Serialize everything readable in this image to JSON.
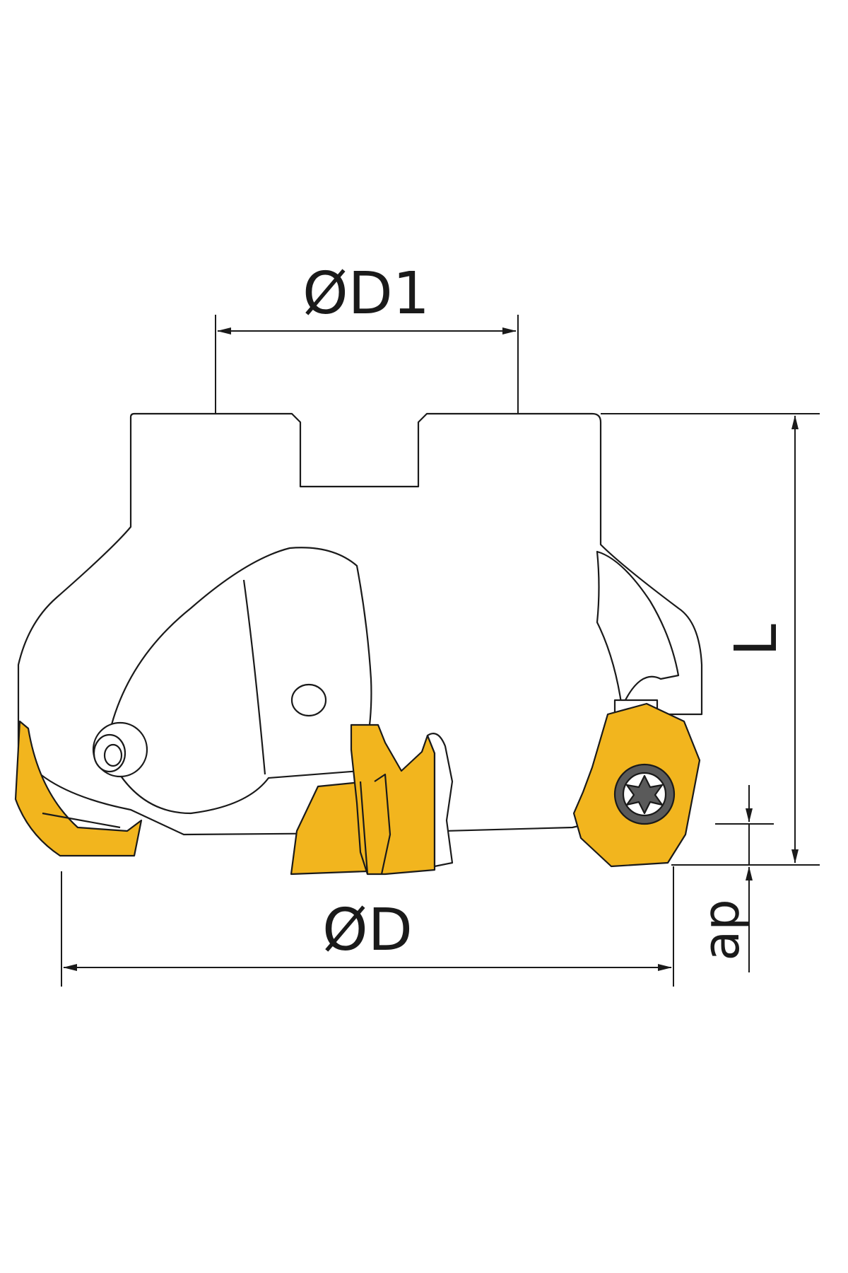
{
  "diagram": {
    "labels": {
      "bore_diameter": "ØD1",
      "cutter_diameter": "ØD",
      "overall_length": "L",
      "depth_of_cut": "ap"
    },
    "colors": {
      "insert_fill": "#F2B51E",
      "outline": "#1a1a1a",
      "body_fill": "#ffffff",
      "screw_fill": "#5a5a5a"
    }
  }
}
